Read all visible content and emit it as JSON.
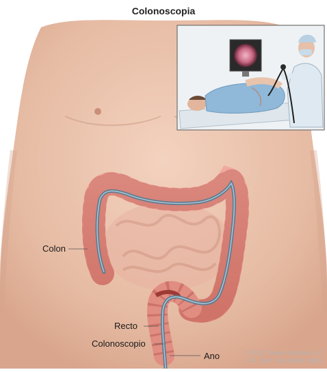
{
  "title": "Colonoscopia",
  "labels": {
    "colon": "Colon",
    "recto": "Recto",
    "colonoscopio": "Colonoscopio",
    "ano": "Ano"
  },
  "copyright": {
    "line1": "© 2022 Terese Winslow LLC",
    "line2": "U.S. Govt. has certain rights"
  },
  "colors": {
    "skin": "#e9c3ac",
    "colon": "#e7948a",
    "scope": "#6f8697",
    "inset_border": "#6b6b6b"
  }
}
